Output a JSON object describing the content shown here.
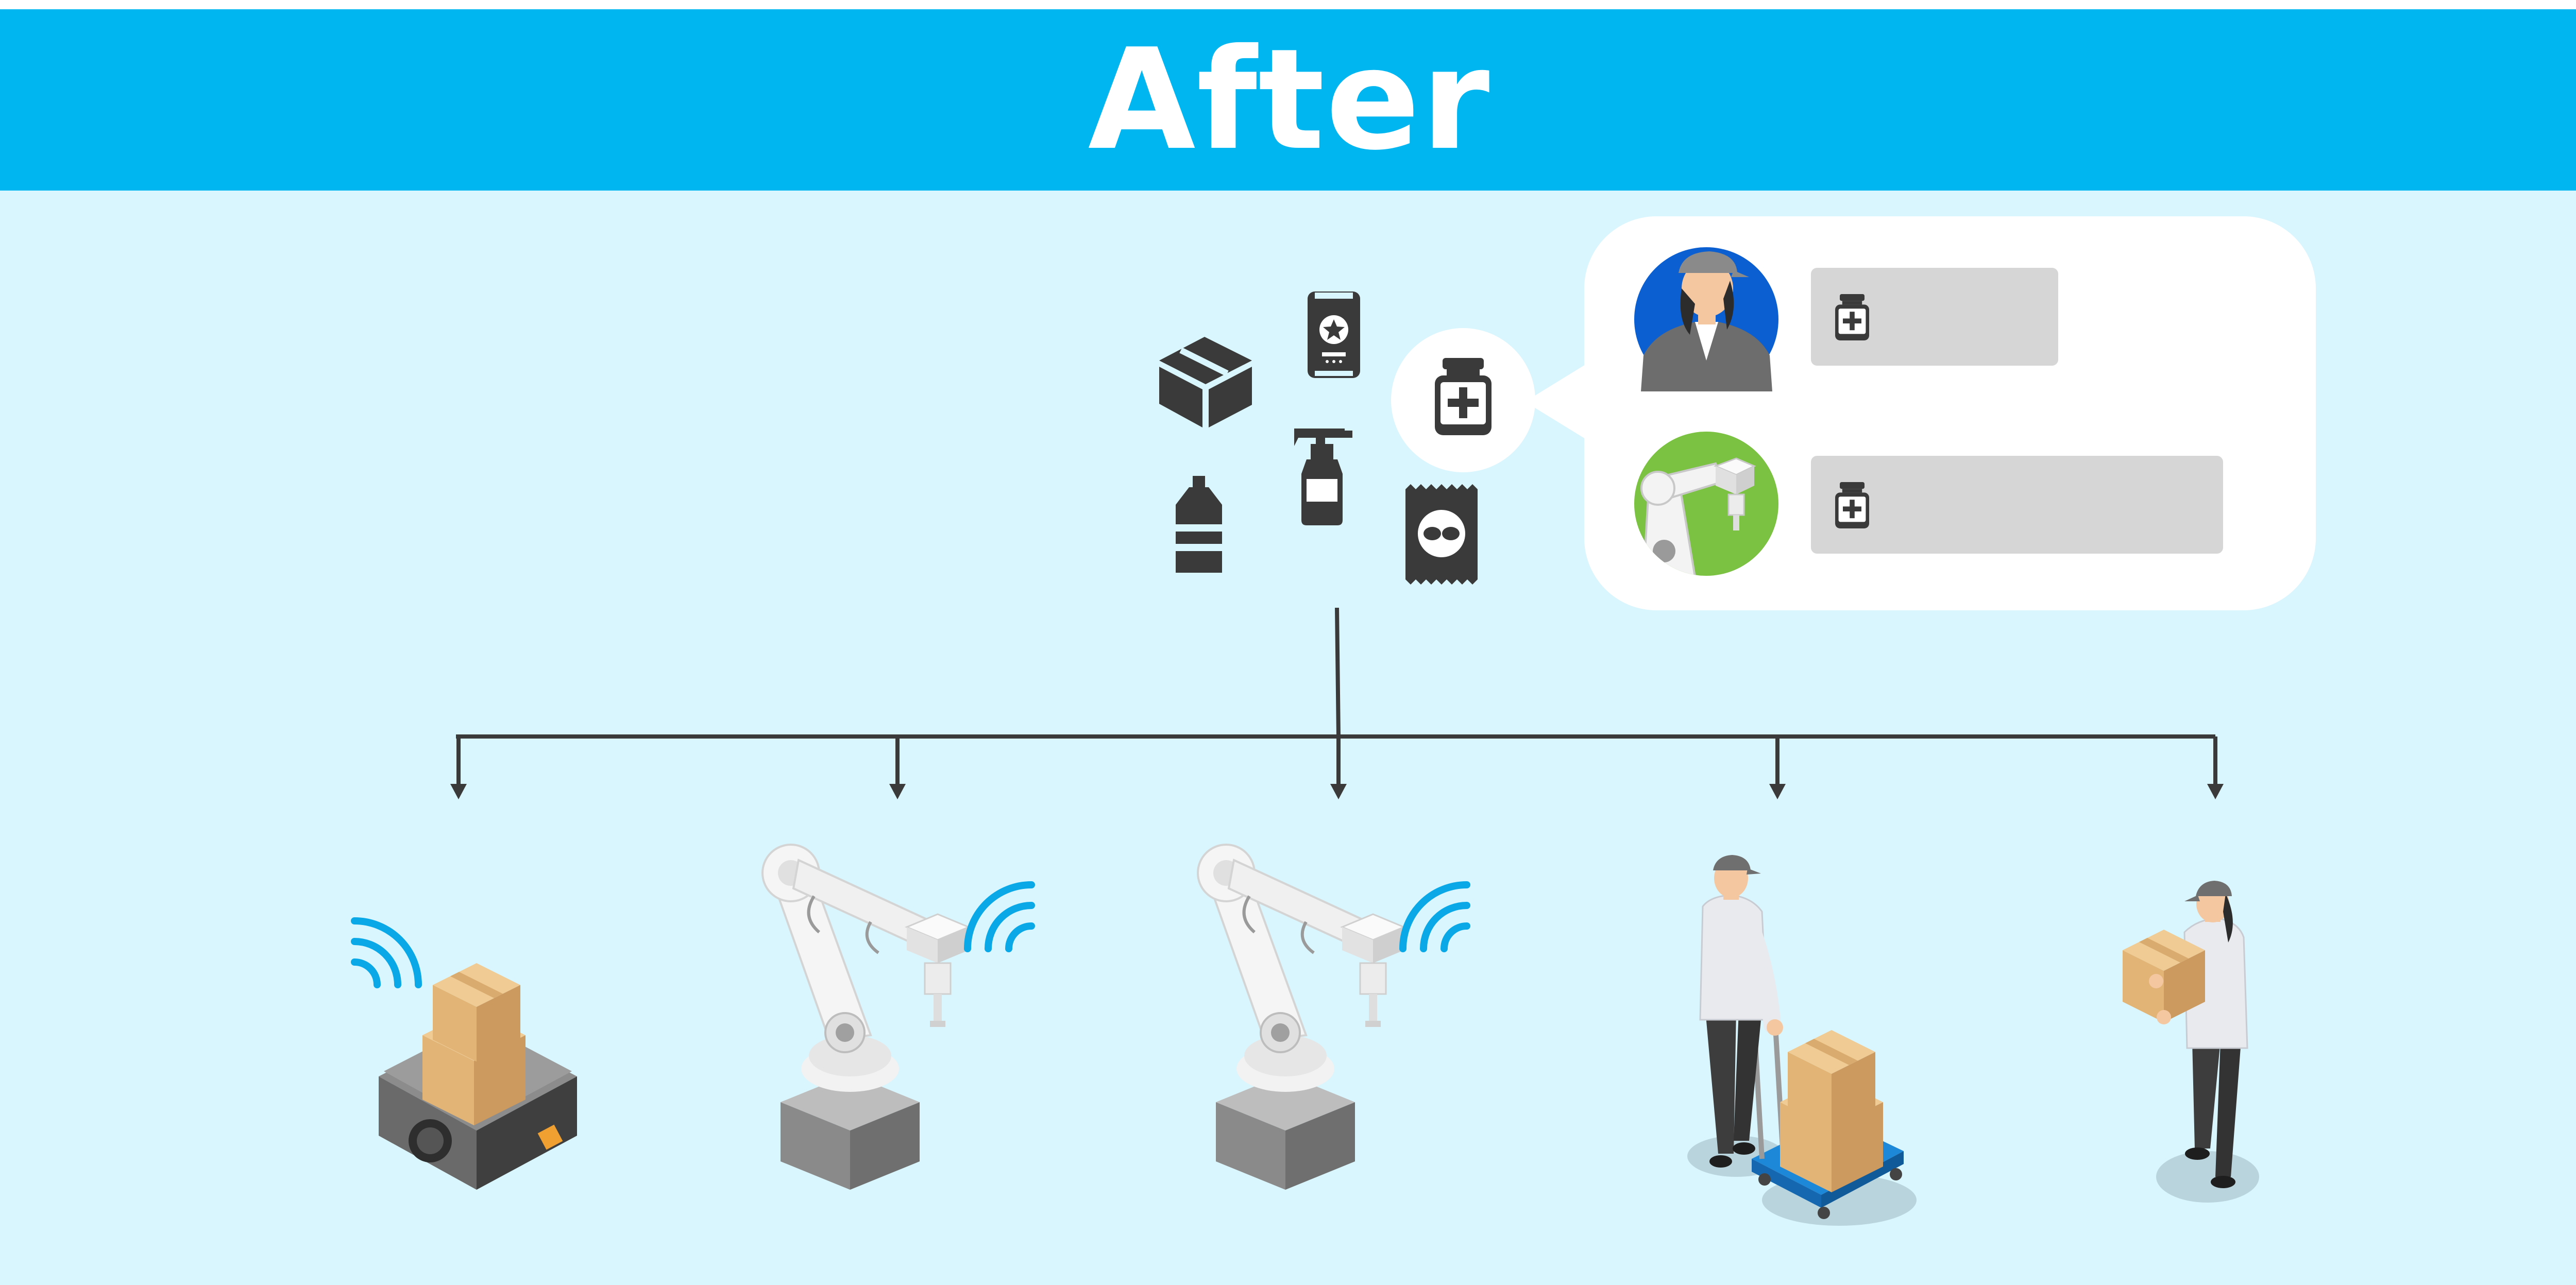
{
  "header": {
    "title": "After"
  },
  "colors": {
    "header_bg": "#00b6f1",
    "page_bg": "#d9f5fd",
    "icon_dark": "#3a3a3a",
    "wifi_blue": "#0aa8e6",
    "worker_avatar_bg": "#0b5fd0",
    "robot_avatar_bg": "#7cc242",
    "bar_gray": "#d6d6d6",
    "cardboard": "#e0b77c"
  },
  "icons": {
    "products": [
      "box-icon",
      "can-icon",
      "medicine-bottle-icon",
      "spray-bottle-icon",
      "plastic-bottle-icon",
      "snack-bag-icon"
    ],
    "assignments": [
      {
        "assignee": "worker-avatar",
        "item": "medicine-bottle-icon"
      },
      {
        "assignee": "robot-arm-avatar",
        "item": "medicine-bottle-icon"
      }
    ],
    "destinations": [
      "agv-robot",
      "robot-arm",
      "robot-arm",
      "worker-with-cart",
      "worker-carrying-box"
    ]
  }
}
